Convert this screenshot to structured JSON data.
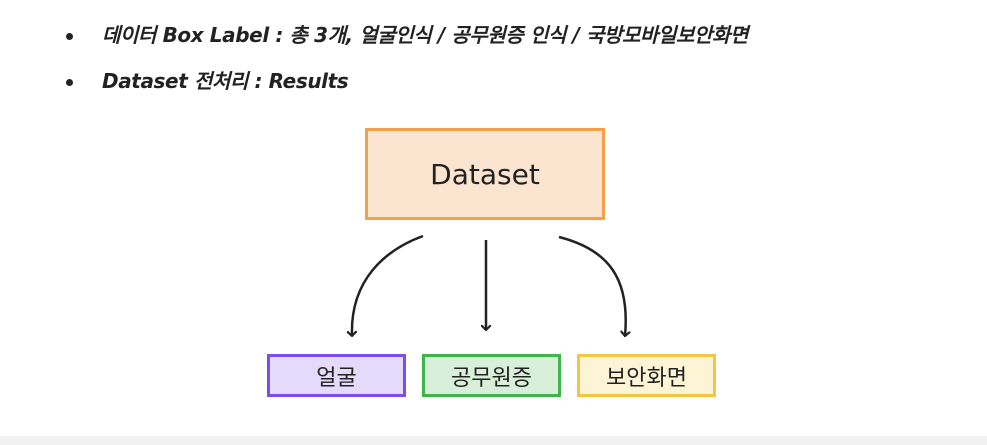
{
  "bullets": [
    {
      "text": "데이터 Box Label : 총 3개,  얼굴인식 / 공무원증 인식 / 국방모바일보안화면"
    },
    {
      "text": "Dataset 전처리 : Results"
    }
  ],
  "diagram": {
    "root": {
      "label": "Dataset"
    },
    "children": [
      {
        "label": "얼굴"
      },
      {
        "label": "공무원증"
      },
      {
        "label": "보안화면"
      }
    ]
  },
  "colors": {
    "root_border": "#f4a04a",
    "root_fill": "#fce5d0",
    "child1_border": "#7c4fe0",
    "child1_fill": "#e4dafa",
    "child2_border": "#3db54a",
    "child2_fill": "#d8efd9",
    "child3_border": "#f3c541",
    "child3_fill": "#fdf4d6"
  }
}
